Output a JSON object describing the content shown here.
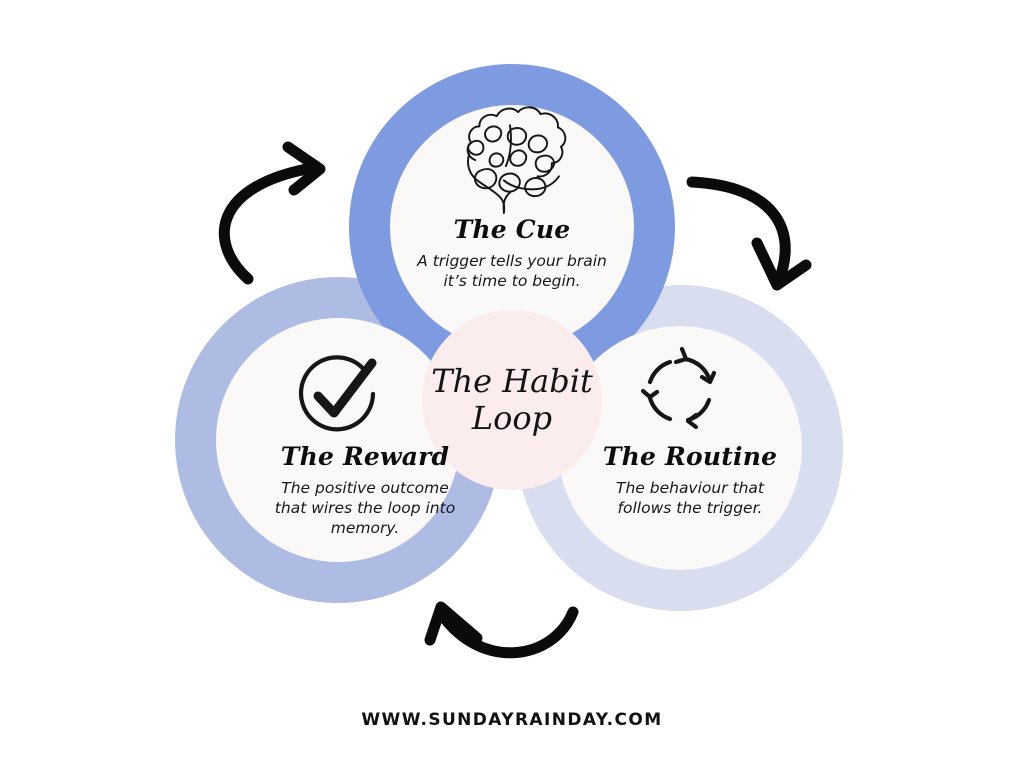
{
  "diagram": {
    "title": "The Habit Loop",
    "center": {
      "label_line1": "The Habit",
      "label_line2": "Loop",
      "fill": "#FBEDED"
    },
    "nodes": [
      {
        "id": "cue",
        "title": "The Cue",
        "desc_line1": "A trigger tells your brain",
        "desc_line2": "it’s time to begin.",
        "icon": "brain-icon",
        "ring_color": "#7E9AE0",
        "inner_color": "#FAF9F7"
      },
      {
        "id": "routine",
        "title": "The Routine",
        "desc_line1": "The behaviour that",
        "desc_line2": "follows the trigger.",
        "icon": "cycle-arrows-icon",
        "ring_color": "#D8DEEF",
        "inner_color": "#FAF9F7"
      },
      {
        "id": "reward",
        "title": "The Reward",
        "desc_line1": "The positive outcome",
        "desc_line2": "that wires the loop into",
        "desc_line3": "memory.",
        "icon": "check-circle-icon",
        "ring_color": "#AEBCE4",
        "inner_color": "#FAF9F7"
      }
    ],
    "arrows": [
      {
        "id": "arrow-reward-to-cue",
        "from": "reward",
        "to": "cue",
        "color": "#0B0B0B"
      },
      {
        "id": "arrow-cue-to-routine",
        "from": "cue",
        "to": "routine",
        "color": "#0B0B0B"
      },
      {
        "id": "arrow-routine-to-reward",
        "from": "routine",
        "to": "reward",
        "color": "#0B0B0B"
      }
    ]
  },
  "footer": {
    "url": "WWW.SUNDAYRAINDAY.COM"
  },
  "colors": {
    "background": "#FFFFFF",
    "text": "#111111"
  }
}
